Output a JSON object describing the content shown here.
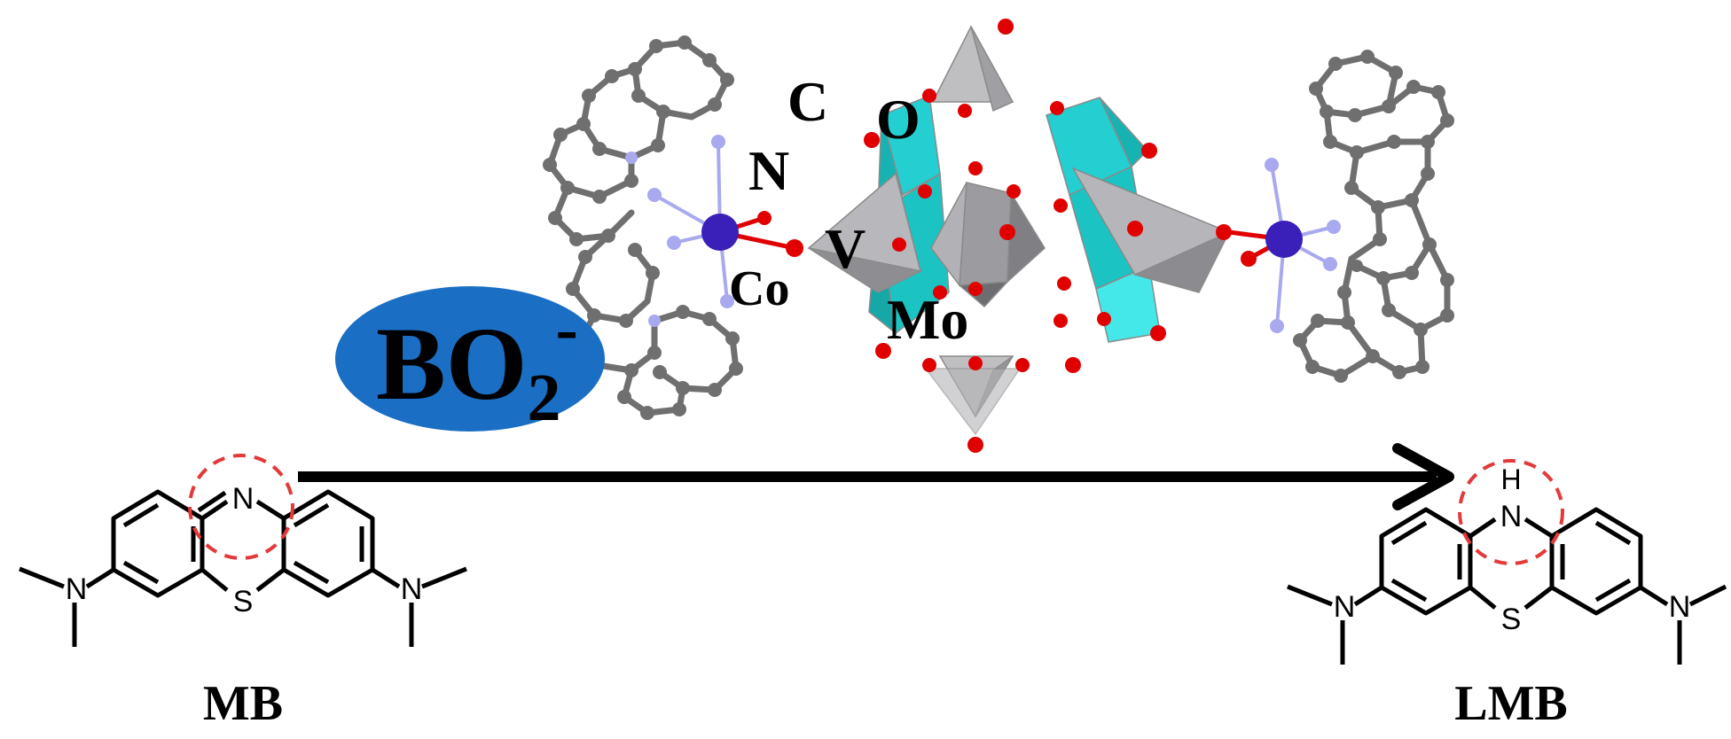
{
  "atom_labels": {
    "carbon": "C",
    "oxygen": "O",
    "nitrogen": "N",
    "vanadium": "V",
    "cobalt": "Co",
    "molybdenum": "Mo"
  },
  "reductant": {
    "base": "BO",
    "subscript": "2",
    "superscript": "-"
  },
  "reactant": {
    "name": "MB",
    "ring_n": "N",
    "ring_s": "S",
    "amine_left": "N",
    "amine_right": "N"
  },
  "product": {
    "name": "LMB",
    "ring_h": "H",
    "ring_n": "N",
    "ring_s": "S",
    "amine_left": "N",
    "amine_right": "N"
  },
  "colors": {
    "carbon": "#6f6f6f",
    "oxygen": "#e00000",
    "nitrogen": "#a9a9ef",
    "cobalt": "#3a1fb8",
    "mo_polyhedron": "#19c6c6",
    "v_polyhedron": "#9a9a9e",
    "reductant_fill": "#1a6fc4",
    "highlight_circle": "#e23a3a",
    "arrow": "#000000"
  }
}
